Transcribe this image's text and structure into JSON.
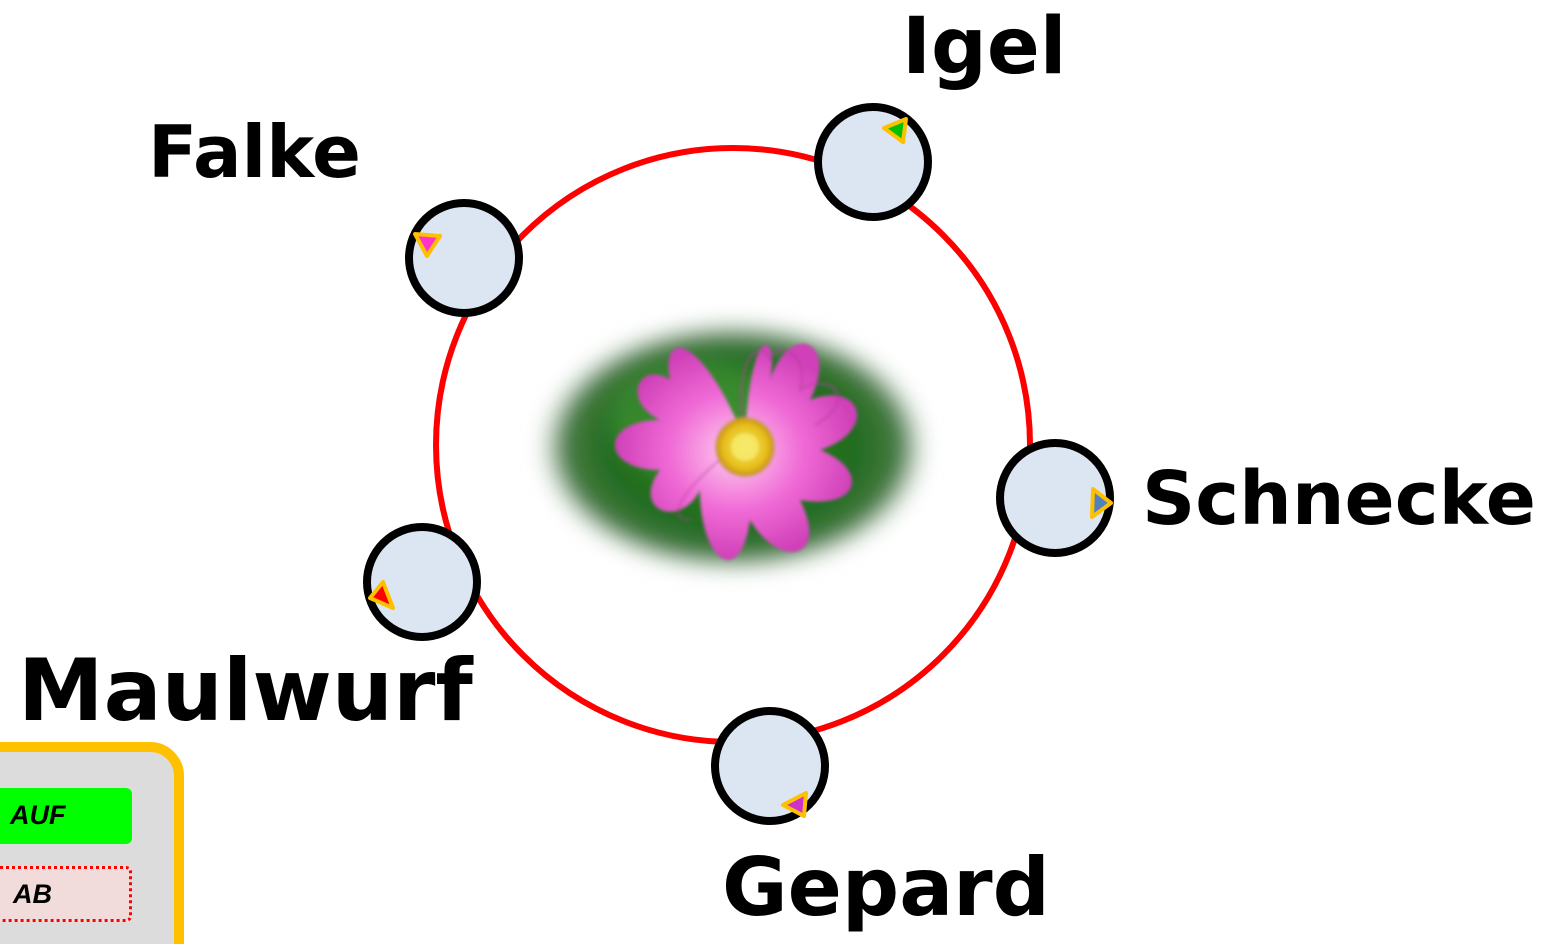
{
  "diagram": {
    "center_image": "pink-flower-photo",
    "ring_color": "#ff0000",
    "node_fill": "#dce6f2",
    "node_stroke": "#000000",
    "nodes": [
      {
        "label": "Igel",
        "marker_color": "#00c000"
      },
      {
        "label": "Falke",
        "marker_color": "#ff33cc"
      },
      {
        "label": "Schnecke",
        "marker_color": "#4f81bd"
      },
      {
        "label": "Maulwurf",
        "marker_color": "#ff0000"
      },
      {
        "label": "Gepard",
        "marker_color": "#cc33cc"
      }
    ],
    "marker_outline": "#ffc000"
  },
  "control_panel": {
    "border_color": "#ffc000",
    "up_label": "AUF",
    "up_color": "#00ff00",
    "down_label": "AB",
    "down_color": "#f2dcdb"
  }
}
